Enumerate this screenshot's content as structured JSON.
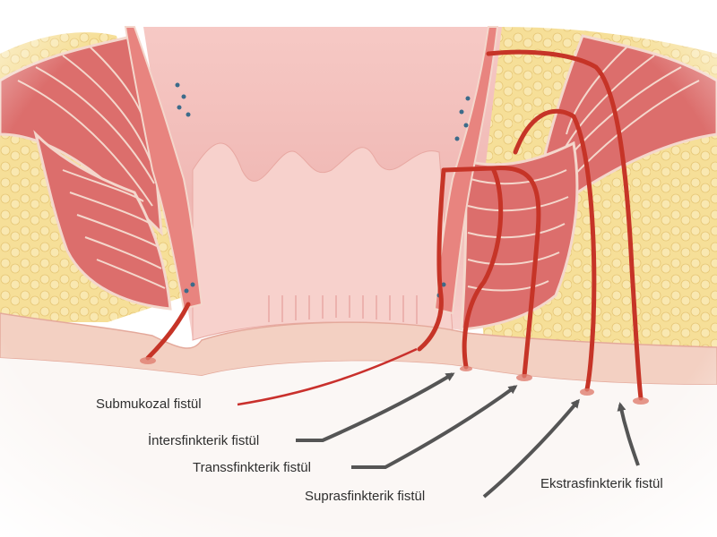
{
  "labels": {
    "submucosal": "Submukozal fistül",
    "intersphincteric": "İntersfinkterik fistül",
    "transsphincteric": "Transsfinkterik fistül",
    "suprasphincteric": "Suprasfinkterik fistül",
    "extrasphincteric": "Ekstrasfinkterik fistül"
  },
  "colors": {
    "background": "#ffffff",
    "fat": "#f6df98",
    "muscle": "#dc6e6c",
    "muscle_stripe": "#f4d7cc",
    "mucosa": "#eeb0ad",
    "skin": "#f3d0c2",
    "fistula_tract": "#c63427",
    "arrow": "#5a5a5a",
    "line": "#c9302c"
  }
}
